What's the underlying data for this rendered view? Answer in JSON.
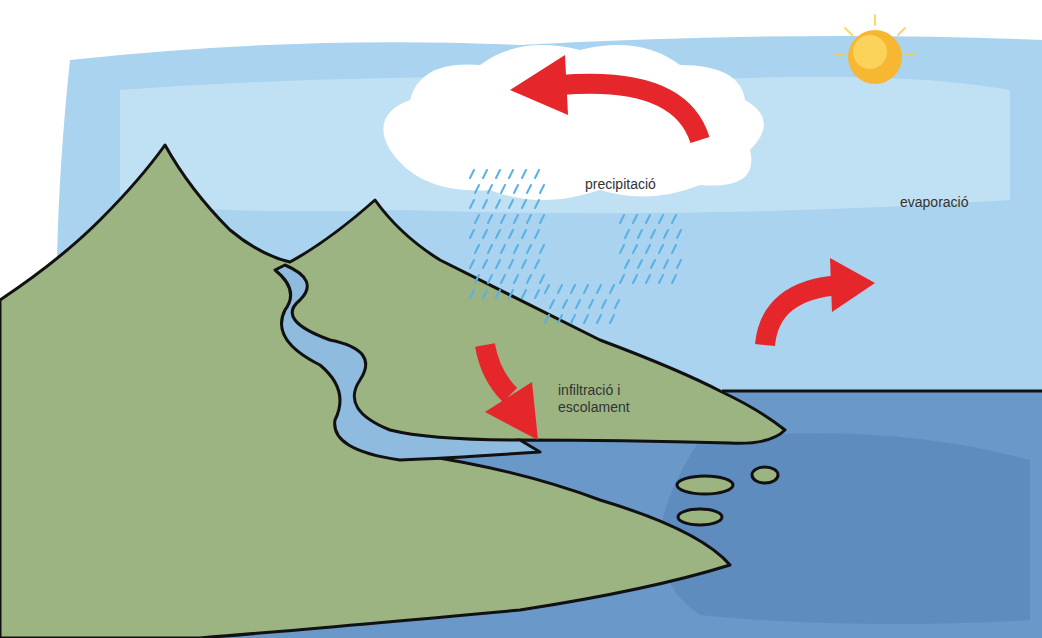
{
  "diagram": {
    "labels": [
      "precipitació",
      "evaporació",
      "infiltració i escolament"
    ]
  }
}
